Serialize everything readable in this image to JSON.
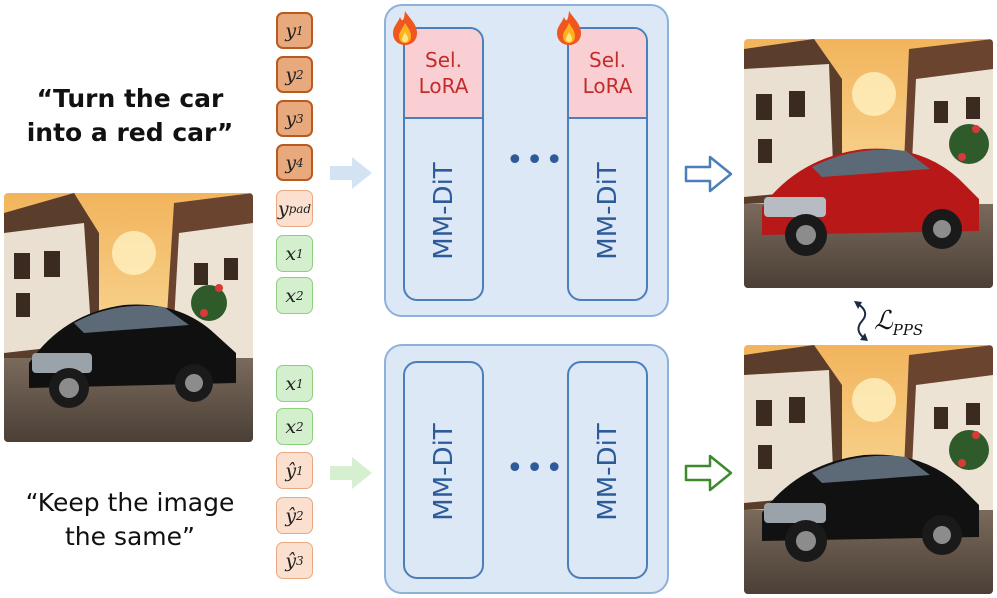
{
  "top_prompt": {
    "line1": "“Turn the car",
    "line2": "into a red car”"
  },
  "bottom_prompt": {
    "line1": "“Keep the image",
    "line2": "the same”"
  },
  "tokens_top": [
    {
      "base": "y",
      "sub": "1"
    },
    {
      "base": "y",
      "sub": "2"
    },
    {
      "base": "y",
      "sub": "3"
    },
    {
      "base": "y",
      "sub": "4"
    },
    {
      "base": "y",
      "sub": "pad"
    },
    {
      "base": "x",
      "sub": "1"
    },
    {
      "base": "x",
      "sub": "2"
    }
  ],
  "tokens_bottom": [
    {
      "base": "x",
      "sub": "1"
    },
    {
      "base": "x",
      "sub": "2"
    },
    {
      "base": "ŷ",
      "sub": "1"
    },
    {
      "base": "ŷ",
      "sub": "2"
    },
    {
      "base": "ŷ",
      "sub": "3"
    }
  ],
  "top_panel": {
    "lora_line1": "Sel.",
    "lora_line2": "LoRA",
    "block_label": "MM-DiT",
    "ellipsis": "•••"
  },
  "bottom_panel": {
    "block_label": "MM-DiT",
    "ellipsis": "•••"
  },
  "loss": {
    "symbol": "ℒ",
    "sub": "PPS"
  },
  "colors": {
    "token_y": "#e8a97c",
    "token_x": "#d4efcd",
    "panel_fill": "#dce8f5",
    "lora_fill": "#f9cfd3",
    "lora_text": "#c42b2b",
    "dit_text": "#2d5b9a",
    "arrow_blue": "#4a7fba",
    "arrow_green": "#3d8a2e"
  },
  "icons": [
    "fire-icon",
    "hollow-arrow-icon",
    "curved-double-arrow-icon"
  ]
}
